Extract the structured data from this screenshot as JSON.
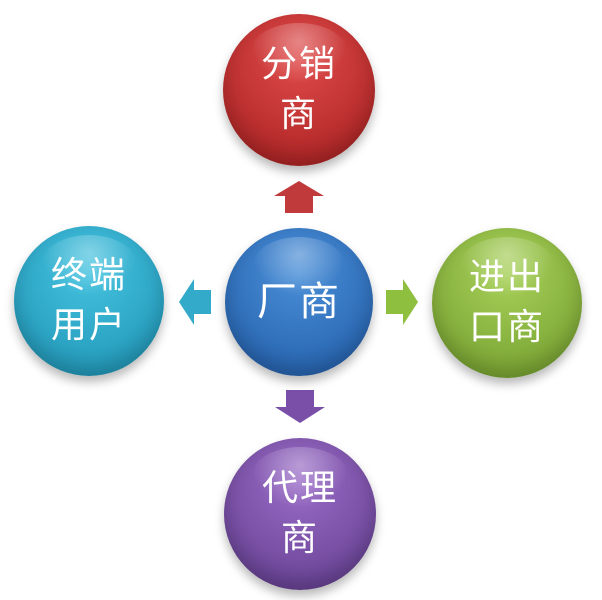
{
  "diagram": {
    "center": {
      "label": "厂商",
      "color_top": "#4a8fd8",
      "color_bottom": "#1f5aa6"
    },
    "top": {
      "label": "分销商",
      "color_top": "#e04a4a",
      "color_bottom": "#a31d1d",
      "arrow_color": "#c0393b"
    },
    "right": {
      "label": "进出口商",
      "color_top": "#a8d15a",
      "color_bottom": "#6f9a2a",
      "arrow_color": "#8fbf3f"
    },
    "bottom": {
      "label": "代理商",
      "color_top": "#9a6cc7",
      "color_bottom": "#5e3a8a",
      "arrow_color": "#7a4fa8"
    },
    "left": {
      "label": "终端用户",
      "color_top": "#45c3e0",
      "color_bottom": "#1b8fb0",
      "arrow_color": "#34aacb"
    }
  }
}
